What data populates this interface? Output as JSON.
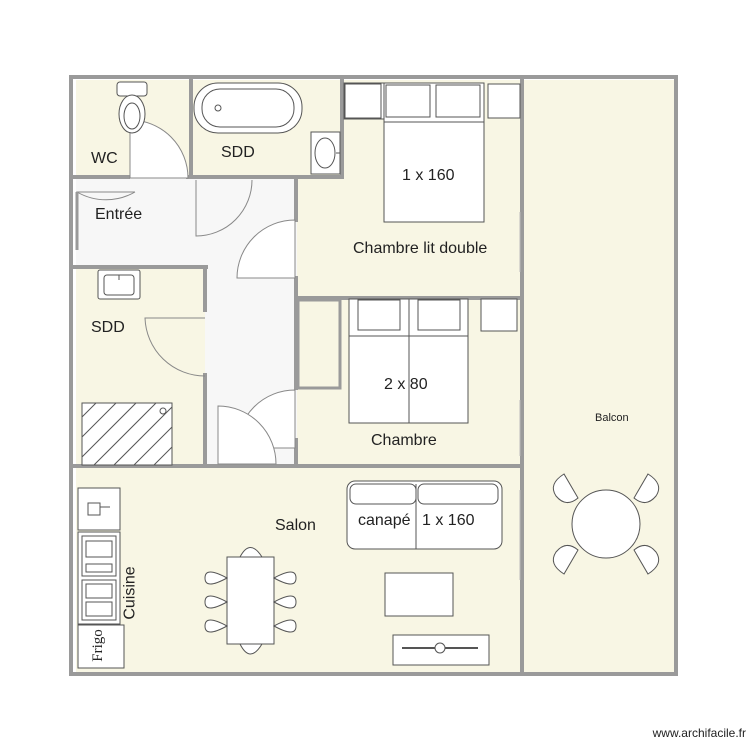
{
  "rooms": {
    "wc": "WC",
    "sdd_top": "SDD",
    "entree": "Entrée",
    "sdd_left": "SDD",
    "chambre_double": "Chambre lit double",
    "chambre": "Chambre",
    "salon": "Salon",
    "cuisine": "Cuisine",
    "balcon": "Balcon"
  },
  "furniture": {
    "bed_double": "1 x 160",
    "bed_twin": "2 x 80",
    "sofa_left": "canapé",
    "sofa_right": "1 x 160",
    "fridge": "Frigo"
  },
  "credit": "www.archifacile.fr",
  "colors": {
    "floor": "#f8f6e4",
    "hall": "#f7f7f7",
    "wall": "#9a9a9a",
    "furniture": "#ffffff",
    "line": "#555555"
  }
}
